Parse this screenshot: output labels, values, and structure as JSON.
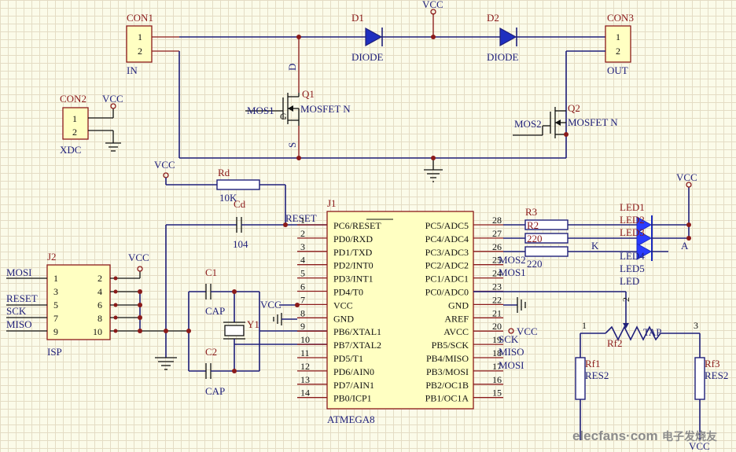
{
  "components": {
    "con1": {
      "designator": "CON1",
      "pins": [
        "1",
        "2"
      ],
      "label": "IN"
    },
    "con2": {
      "designator": "CON2",
      "pins": [
        "1",
        "2"
      ],
      "label": "XDC"
    },
    "con3": {
      "designator": "CON3",
      "pins": [
        "1",
        "2"
      ],
      "label": "OUT"
    },
    "d1": {
      "designator": "D1",
      "type": "DIODE"
    },
    "d2": {
      "designator": "D2",
      "type": "DIODE"
    },
    "q1": {
      "designator": "Q1",
      "type": "MOSFET N",
      "gate_net": "MOS1",
      "pin_d": "D",
      "pin_g": "G",
      "pin_s": "S"
    },
    "q2": {
      "designator": "Q2",
      "type": "MOSFET N",
      "gate_net": "MOS2"
    },
    "rd": {
      "designator": "Rd",
      "value": "10K"
    },
    "cd": {
      "designator": "Cd",
      "value": "104"
    },
    "c1": {
      "designator": "C1",
      "value": "CAP"
    },
    "c2": {
      "designator": "C2",
      "value": "CAP"
    },
    "y1": {
      "designator": "Y1"
    },
    "r3": {
      "designator": "R3"
    },
    "r2": {
      "designator": "R2"
    },
    "r220": [
      "220",
      "220"
    ],
    "led": {
      "designator": "LED1",
      "labels": [
        "LED1",
        "LED2",
        "LED3",
        "LED4",
        "LED5",
        "LED"
      ],
      "k": "K",
      "a": "A"
    },
    "rf1": {
      "designator": "Rf1",
      "value": "RES2"
    },
    "rf2": {
      "designator": "Rf2",
      "value": "TAP",
      "pins": [
        "1",
        "2",
        "3"
      ]
    },
    "rf3": {
      "designator": "Rf3",
      "value": "RES2"
    }
  },
  "j2": {
    "designator": "J2",
    "name": "ISP",
    "left_pins": [
      "1",
      "3",
      "5",
      "7",
      "9"
    ],
    "right_pins": [
      "2",
      "4",
      "6",
      "8",
      "10"
    ],
    "nets": [
      "MOSI",
      "RESET",
      "SCK",
      "MISO"
    ]
  },
  "j1": {
    "designator": "J1",
    "name": "ATMEGA8",
    "left_pins": [
      {
        "num": "1",
        "name": "PC6/RESET"
      },
      {
        "num": "2",
        "name": "PD0/RXD"
      },
      {
        "num": "3",
        "name": "PD1/TXD"
      },
      {
        "num": "4",
        "name": "PD2/INT0"
      },
      {
        "num": "5",
        "name": "PD3/INT1"
      },
      {
        "num": "6",
        "name": "PD4/T0"
      },
      {
        "num": "7",
        "name": "VCC"
      },
      {
        "num": "8",
        "name": "GND"
      },
      {
        "num": "9",
        "name": "PB6/XTAL1"
      },
      {
        "num": "10",
        "name": "PB7/XTAL2"
      },
      {
        "num": "11",
        "name": "PD5/T1"
      },
      {
        "num": "12",
        "name": "PD6/AIN0"
      },
      {
        "num": "13",
        "name": "PD7/AIN1"
      },
      {
        "num": "14",
        "name": "PB0/ICP1"
      }
    ],
    "right_pins": [
      {
        "num": "28",
        "name": "PC5/ADC5"
      },
      {
        "num": "27",
        "name": "PC4/ADC4"
      },
      {
        "num": "26",
        "name": "PC3/ADC3"
      },
      {
        "num": "25",
        "name": "PC2/ADC2"
      },
      {
        "num": "24",
        "name": "PC1/ADC1"
      },
      {
        "num": "23",
        "name": "PC0/ADC0"
      },
      {
        "num": "22",
        "name": "GND"
      },
      {
        "num": "21",
        "name": "AREF"
      },
      {
        "num": "20",
        "name": "AVCC"
      },
      {
        "num": "19",
        "name": "PB5/SCK"
      },
      {
        "num": "18",
        "name": "PB4/MISO"
      },
      {
        "num": "17",
        "name": "PB3/MOSI"
      },
      {
        "num": "16",
        "name": "PB2/OC1B"
      },
      {
        "num": "15",
        "name": "PB1/OC1A"
      }
    ]
  },
  "nets": {
    "vcc": "VCC",
    "reset": "RESET",
    "mos1": "MOS1",
    "mos2": "MOS2",
    "mosi": "MOSI",
    "sck": "SCK",
    "miso": "MISO"
  },
  "watermark": {
    "text": "elecfans·com",
    "cn": "电子发烧友"
  }
}
